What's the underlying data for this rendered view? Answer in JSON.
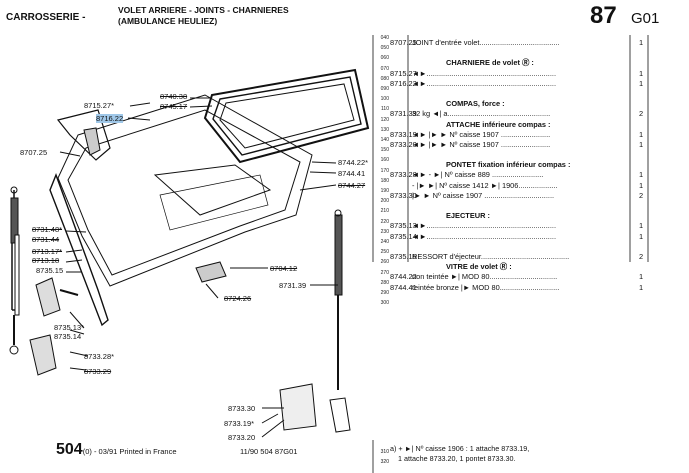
{
  "header": {
    "section": "CARROSSERIE -",
    "title_line1": "VOLET ARRIERE - JOINTS - CHARNIERES",
    "title_line2": "(AMBULANCE HEULIEZ)",
    "page_number": "87",
    "page_code": "G01"
  },
  "diagram_refs": {
    "r8715_27": "8715.27*",
    "r8716_22": "8716.22",
    "r8707_25": "8707.25",
    "r8740_38": "8740.38",
    "r8745_17": "8745.17",
    "r8744_22": "8744.22*",
    "r8744_41": "8744.41",
    "r8744_27": "8744.27",
    "r8731_48": "8731.48*",
    "r8731_44": "8731.44",
    "r8713_17": "8713.17*",
    "r8713_18": "8713.18",
    "r8735_15": "8735.15",
    "r8735_13": "8735.13*",
    "r8735_14": "8735.14",
    "r8733_28": "8733.28*",
    "r8733_29": "8733.29",
    "r8704_12": "8704.12",
    "r8724_26": "8724.26",
    "r8731_39": "8731.39",
    "r8733_30": "8733.30",
    "r8733_19": "8733.19*",
    "r8733_20": "8733.20"
  },
  "line_numbers": [
    "040",
    "050",
    "060",
    "070",
    "080",
    "090",
    "100",
    "110",
    "120",
    "130",
    "140",
    "150",
    "160",
    "170",
    "180",
    "190",
    "200",
    "210",
    "220",
    "230",
    "240",
    "250",
    "260",
    "270",
    "280",
    "290",
    "300"
  ],
  "parts": [
    {
      "code": "8707.25",
      "text": "JOINT d'entrée volet.......................................",
      "qty": "1"
    },
    {
      "code": "",
      "text": "",
      "qty": ""
    },
    {
      "code": "",
      "text": "CHARNIERE de volet  Ⓡ  :",
      "qty": "",
      "head": true
    },
    {
      "code": "8715.27",
      "text": "◄►...............................................................",
      "qty": "1"
    },
    {
      "code": "8716.22",
      "text": "◄►...............................................................",
      "qty": "1"
    },
    {
      "code": "",
      "text": "",
      "qty": ""
    },
    {
      "code": "",
      "text": "COMPAS, force :",
      "qty": "",
      "head": true
    },
    {
      "code": "8731.39",
      "text": "32 kg  ◄|  a..................................................",
      "qty": "2"
    },
    {
      "code": "",
      "text": "ATTACHE inférieure compas :",
      "qty": "",
      "head": true
    },
    {
      "code": "8733.19",
      "text": "◄► |► ► Nº caisse 1907 ........................",
      "qty": "1"
    },
    {
      "code": "8733.20",
      "text": "◄► |► ► Nº caisse 1907 ........................",
      "qty": "1"
    },
    {
      "code": "",
      "text": "",
      "qty": ""
    },
    {
      "code": "",
      "text": "PONTET fixation inférieur compas :",
      "qty": "",
      "head": true
    },
    {
      "code": "8733.28",
      "text": "◄► - ►| Nº caisse 889 .........................",
      "qty": "1"
    },
    {
      "code": "",
      "text": "- |► ►| Nº caisse 1412 ►| 1906...................",
      "qty": "1"
    },
    {
      "code": "8733.30",
      "text": "|► ►  Nº caisse 1907 ..................................",
      "qty": "2"
    },
    {
      "code": "",
      "text": "",
      "qty": ""
    },
    {
      "code": "",
      "text": "EJECTEUR :",
      "qty": "",
      "head": true
    },
    {
      "code": "8735.13",
      "text": "◄►...............................................................",
      "qty": "1"
    },
    {
      "code": "8735.14",
      "text": "◄►...............................................................",
      "qty": "1"
    },
    {
      "code": "",
      "text": "",
      "qty": ""
    },
    {
      "code": "8735.15",
      "text": "RESSORT d'éjecteur...........................................",
      "qty": "2"
    },
    {
      "code": "",
      "text": "VITRE de volet  Ⓡ  :",
      "qty": "",
      "head": true
    },
    {
      "code": "8744.22",
      "text": "non teintée  ►| MOD 80.................................",
      "qty": "1"
    },
    {
      "code": "8744.41",
      "text": "teintée bronze |► MOD 80.............................",
      "qty": "1"
    }
  ],
  "footer": {
    "page_ref": "504",
    "page_ref_suffix": "(0) - 03/91 Printed in France",
    "doc_ref": "11/90  504  87G01",
    "note_line1": "a)  +  ►| Nº caisse 1906 : 1 attache 8733.19,",
    "note_line2": "1 attache 8733.20, 1 pontet 8733.30.",
    "line_310": "310",
    "line_320": "320"
  }
}
